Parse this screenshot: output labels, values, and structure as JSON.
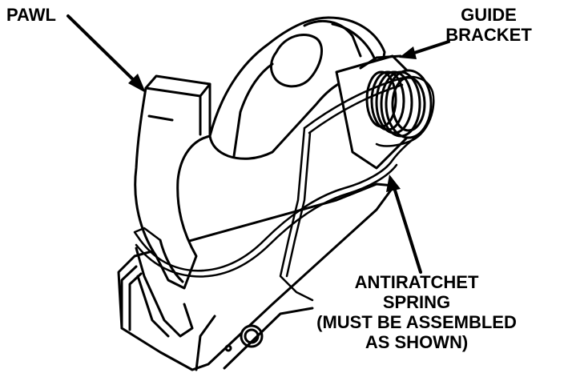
{
  "labels": {
    "pawl": "PAWL",
    "guide_line1": "GUIDE",
    "guide_line2": "BRACKET",
    "spring_line1": "ANTIRATCHET",
    "spring_line2": "SPRING",
    "spring_line3": "(MUST BE ASSEMBLED",
    "spring_line4": "AS SHOWN)"
  },
  "colors": {
    "ink": "#000000",
    "paper": "#ffffff"
  }
}
